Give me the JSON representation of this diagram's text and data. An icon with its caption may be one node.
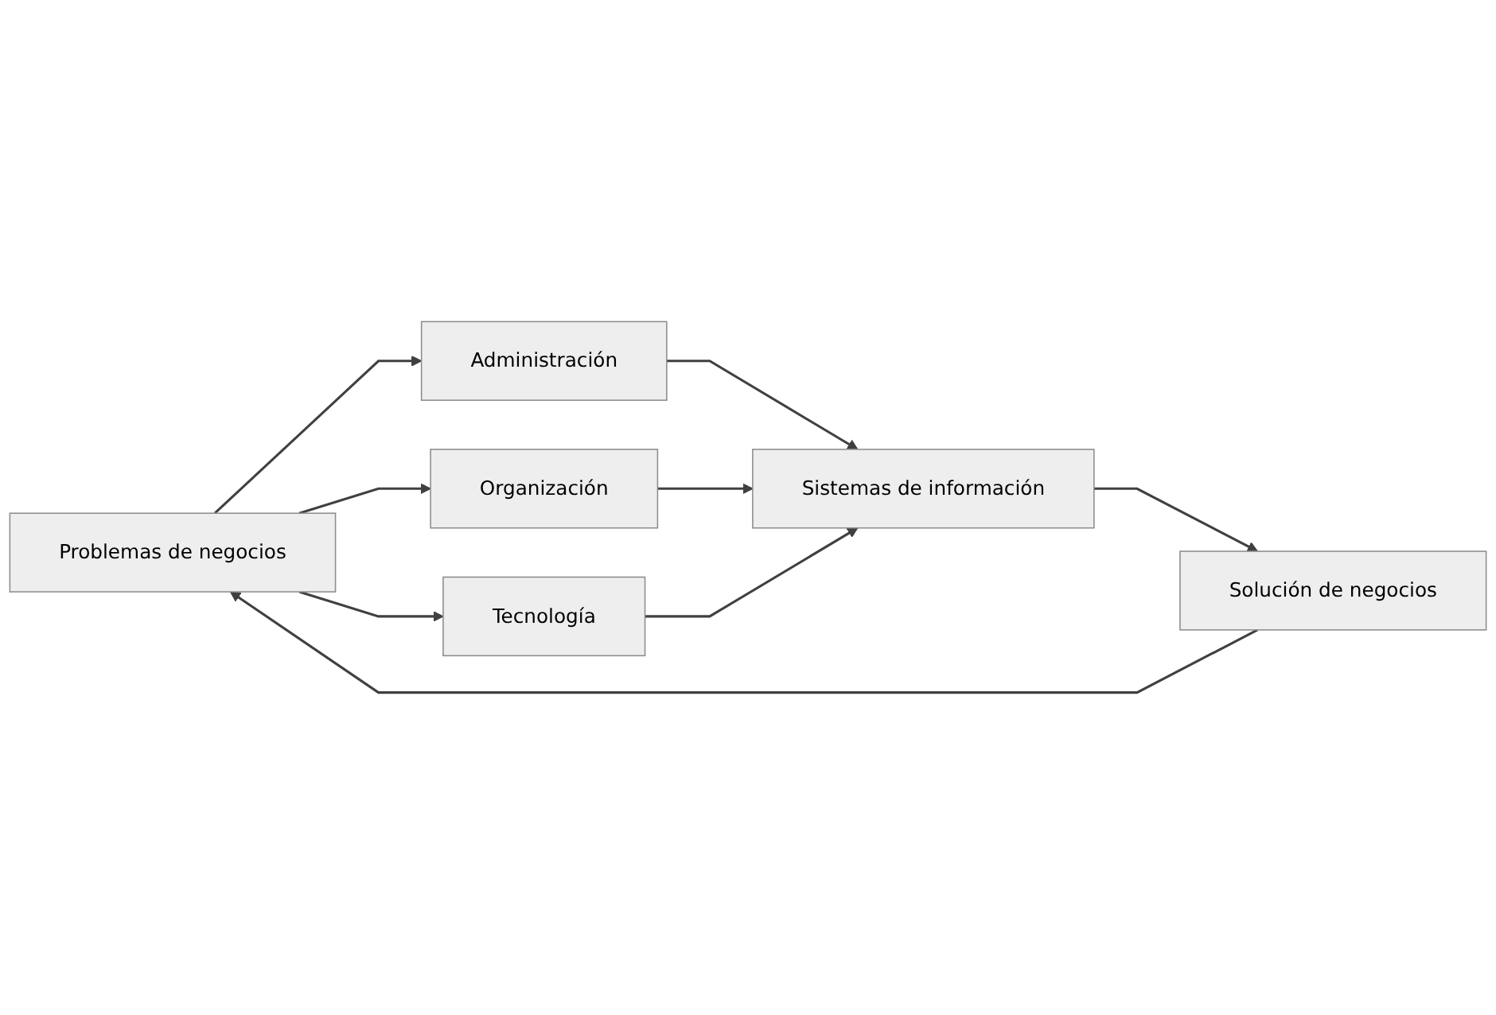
{
  "diagram": {
    "nodes": [
      {
        "text": [
          "Problemas de negocios"
        ]
      },
      {
        "text": [
          "Administración"
        ]
      },
      {
        "text": [
          "Organización"
        ]
      },
      {
        "text": [
          "Tecnología"
        ]
      },
      {
        "text": [
          "Sistemas de información"
        ]
      },
      {
        "text": [
          "Solución de negocios"
        ]
      }
    ],
    "edges": [
      {
        "from": 0,
        "to": 1,
        "arrow": "to"
      },
      {
        "from": 0,
        "to": 2,
        "arrow": "to"
      },
      {
        "from": 0,
        "to": 3,
        "arrow": "to"
      },
      {
        "from": 1,
        "to": 4,
        "arrow": "to"
      },
      {
        "from": 2,
        "to": 4,
        "arrow": "to"
      },
      {
        "from": 3,
        "to": 4,
        "arrow": "to"
      },
      {
        "from": 4,
        "to": 5,
        "arrow": "to"
      },
      {
        "from": 5,
        "to": 0,
        "arrow": "to"
      }
    ]
  }
}
